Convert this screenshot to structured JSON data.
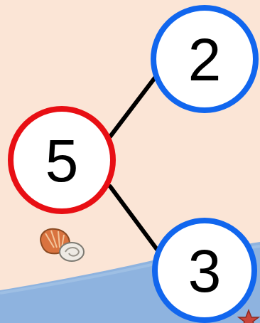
{
  "diagram": {
    "type": "number-bond",
    "whole": {
      "value": "5",
      "ring_color": "#e80f14"
    },
    "parts": [
      {
        "value": "2",
        "ring_color": "#1166ee"
      },
      {
        "value": "3",
        "ring_color": "#1166ee"
      }
    ],
    "connector_color": "#000000",
    "node_fill": "#ffffff"
  },
  "decorations": {
    "background_color": "#fbe5d6",
    "water_color": "#8eb3df",
    "shell_icon": "seashell-icon",
    "starfish_icon": "starfish-icon"
  }
}
